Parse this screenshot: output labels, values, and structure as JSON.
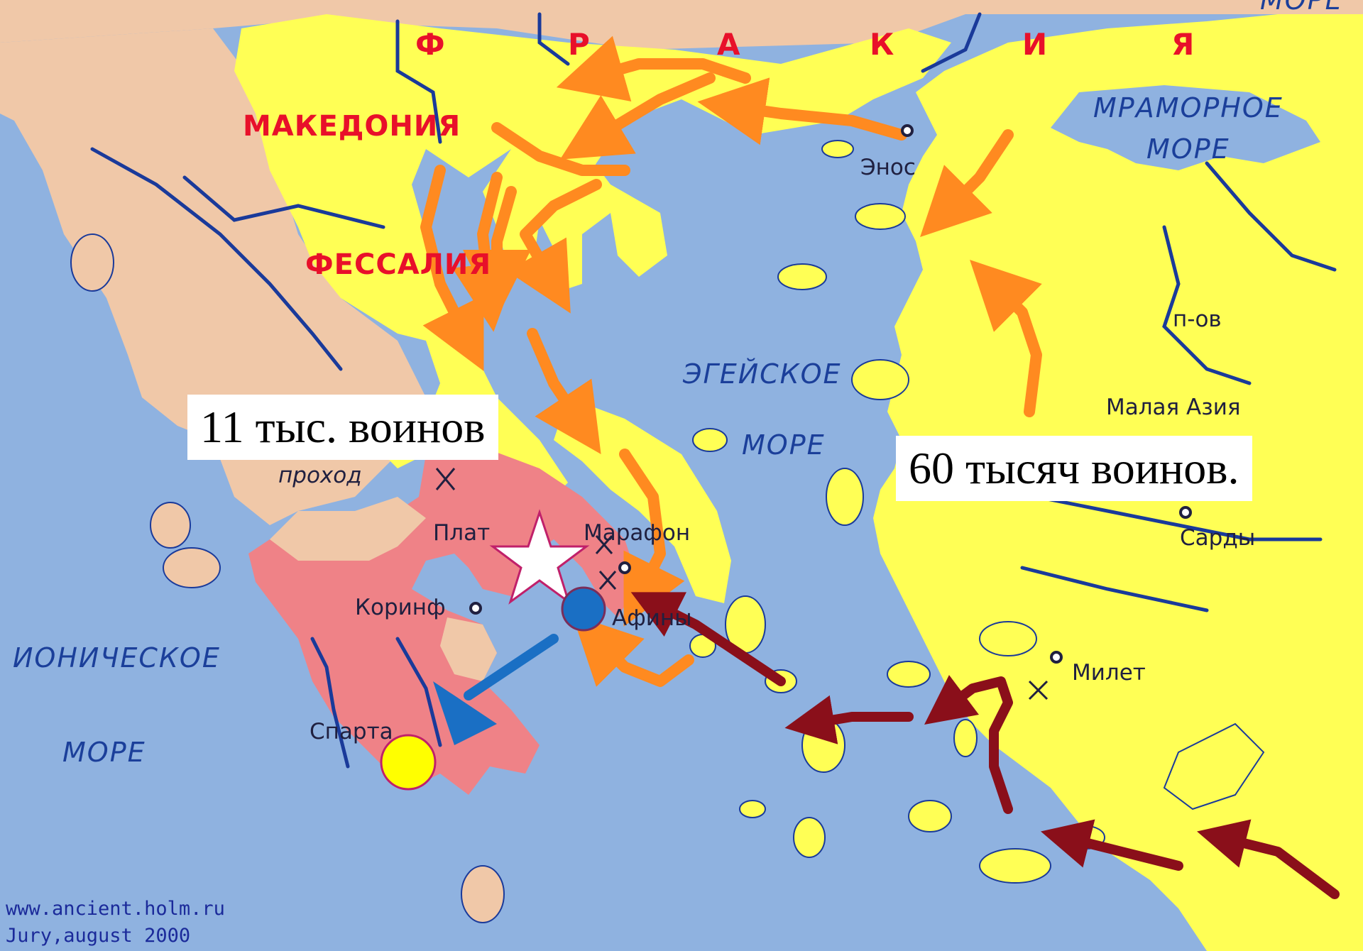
{
  "regions": {
    "thrace_letters": [
      "Ф",
      "Р",
      "А",
      "К",
      "И",
      "Я"
    ],
    "macedonia": "МАКЕДОНИЯ",
    "thessaly": "ФЕССАЛИЯ"
  },
  "seas": {
    "marmara_1": "МРАМОРНОЕ",
    "marmara_2": "МОРЕ",
    "aegean_1": "ЭГЕЙСКОЕ",
    "aegean_2": "МОРЕ",
    "ionian_1": "ИОНИЧЕСКОЕ",
    "ionian_2": "МОРЕ",
    "top_right": "МОРЕ"
  },
  "places": {
    "enos": "Энос",
    "peninsula": "п-ов",
    "asia_minor": "Малая Азия",
    "sardis": "Сарды",
    "miletus": "Милет",
    "pass": "проход",
    "plataea": "Плат",
    "marathon": "Марафон",
    "corinth": "Коринф",
    "athens": "Афины",
    "sparta": "Спарта"
  },
  "callouts": {
    "greek_army": "11 тыс. воинов",
    "persian_army": "60 тысяч воинов."
  },
  "credit": {
    "line1": "www.ancient.holm.ru",
    "line2": "Jury,august 2000"
  },
  "colors": {
    "sea": "#8fb2e0",
    "persia_land": "#ffff55",
    "greek_allies": "#ef8287",
    "neutral_land": "#f0c8a8",
    "persian_route": "#ff8a20",
    "persian_fleet_route": "#8a0f1a",
    "spartan_route": "#1a6fc4",
    "rivers": "#1a3a9a"
  }
}
